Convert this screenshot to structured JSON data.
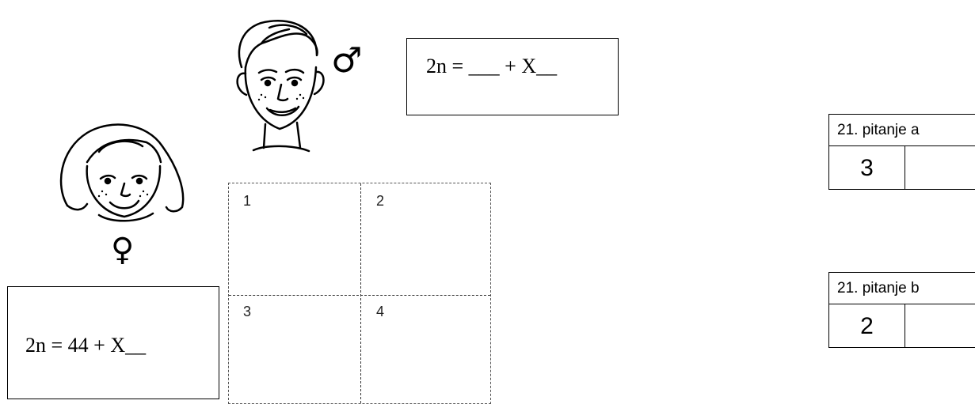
{
  "male": {
    "formula": "2n = ___ + X__",
    "symbol": "♂",
    "icon": "boy-face-drawing"
  },
  "female": {
    "formula": "2n = 44 + X__",
    "symbol": "♀",
    "icon": "girl-face-drawing"
  },
  "punnett": {
    "cells": [
      "1",
      "2",
      "3",
      "4"
    ]
  },
  "scores": [
    {
      "header": "21. pitanje a",
      "points": "3"
    },
    {
      "header": "21. pitanje b",
      "points": "2"
    }
  ]
}
